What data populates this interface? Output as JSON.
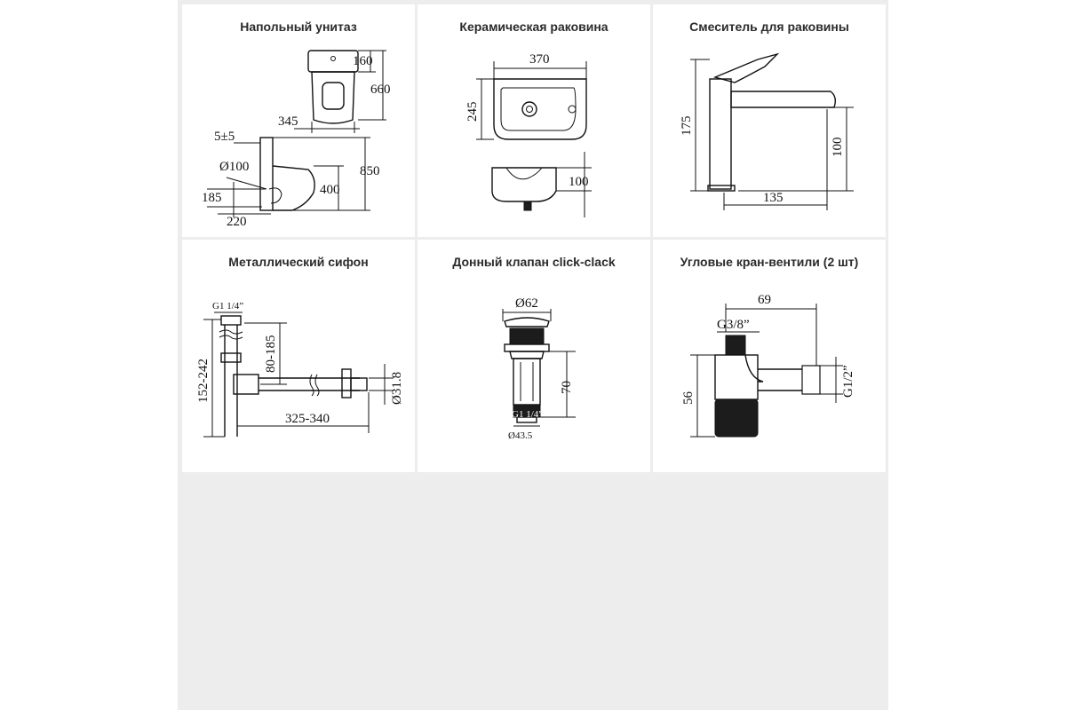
{
  "panels": [
    {
      "title": "Напольный унитаз",
      "dims": {
        "d160": "160",
        "d660": "660",
        "d345": "345",
        "d5": "5±5",
        "d850": "850",
        "d100": "Ø100",
        "d400": "400",
        "d185": "185",
        "d220": "220"
      }
    },
    {
      "title": "Керамическая раковина",
      "dims": {
        "d370": "370",
        "d245": "245",
        "d100": "100"
      }
    },
    {
      "title": "Смеситель для раковины",
      "dims": {
        "d175": "175",
        "d100": "100",
        "d135": "135"
      }
    },
    {
      "title": "Металлический сифон",
      "dims": {
        "g114": "G1 1/4”",
        "d80": "80-185",
        "d152": "152-242",
        "d318": "Ø31.8",
        "d325": "325-340"
      }
    },
    {
      "title": "Донный клапан click-clack",
      "dims": {
        "d62": "Ø62",
        "d70": "70",
        "g114": "G1 1/4”",
        "d435": "Ø43.5"
      }
    },
    {
      "title": "Угловые кран-вентили (2 шт)",
      "dims": {
        "d69": "69",
        "g38": "G3/8”",
        "d56": "56",
        "g12": "G1/2”"
      }
    }
  ]
}
